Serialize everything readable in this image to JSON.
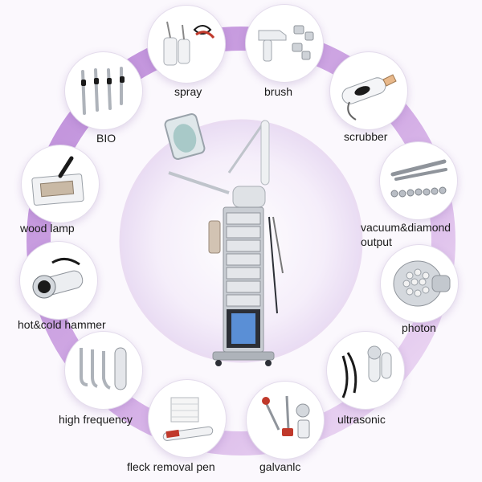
{
  "colors": {
    "ring": "#c59add",
    "ring_light": "#e9d6f2",
    "inner_glow": "#f3eaf8",
    "node_border": "#e4dcec",
    "label_text": "#1a1a1a",
    "machine_body": "#c9cdd3",
    "machine_dark": "#2c2f36",
    "screen_blue": "#5a8fd6"
  },
  "center": {
    "image": "multifunction-beauty-machine"
  },
  "items": [
    {
      "label": "spray",
      "icon": "spray-bottles-icon"
    },
    {
      "label": "brush",
      "icon": "rotary-brush-icon"
    },
    {
      "label": "scrubber",
      "icon": "skin-scrubber-icon"
    },
    {
      "label": "vacuum&diamond\noutput",
      "icon": "vacuum-diamond-tips-icon"
    },
    {
      "label": "photon",
      "icon": "led-photon-head-icon"
    },
    {
      "label": "ultrasonic",
      "icon": "ultrasonic-probe-icon"
    },
    {
      "label": "galvanlc",
      "icon": "galvanic-electrodes-icon"
    },
    {
      "label": "fleck removal pen",
      "icon": "fleck-removal-pen-icon"
    },
    {
      "label": "high frequency",
      "icon": "high-frequency-electrodes-icon"
    },
    {
      "label": "hot&cold hammer",
      "icon": "hot-cold-hammer-icon"
    },
    {
      "label": "wood lamp",
      "icon": "wood-lamp-icon"
    },
    {
      "label": "BIO",
      "icon": "bio-wands-icon"
    }
  ]
}
